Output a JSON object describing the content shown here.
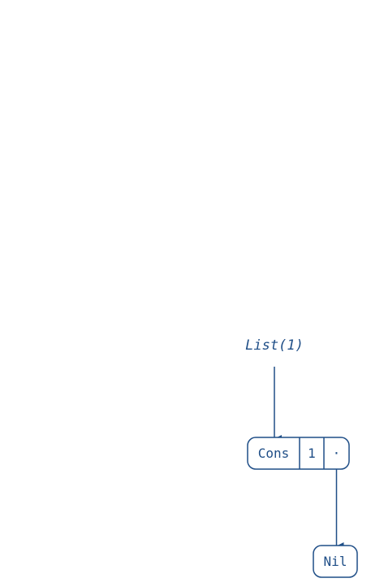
{
  "diagram": {
    "expression": "List(1)",
    "cons_node": {
      "constructor": "Cons",
      "head_value": "1",
      "tail_pointer": "·"
    },
    "nil_node": {
      "constructor": "Nil"
    },
    "colors": {
      "stroke": "#1f4e87",
      "background": "#ffffff"
    }
  }
}
